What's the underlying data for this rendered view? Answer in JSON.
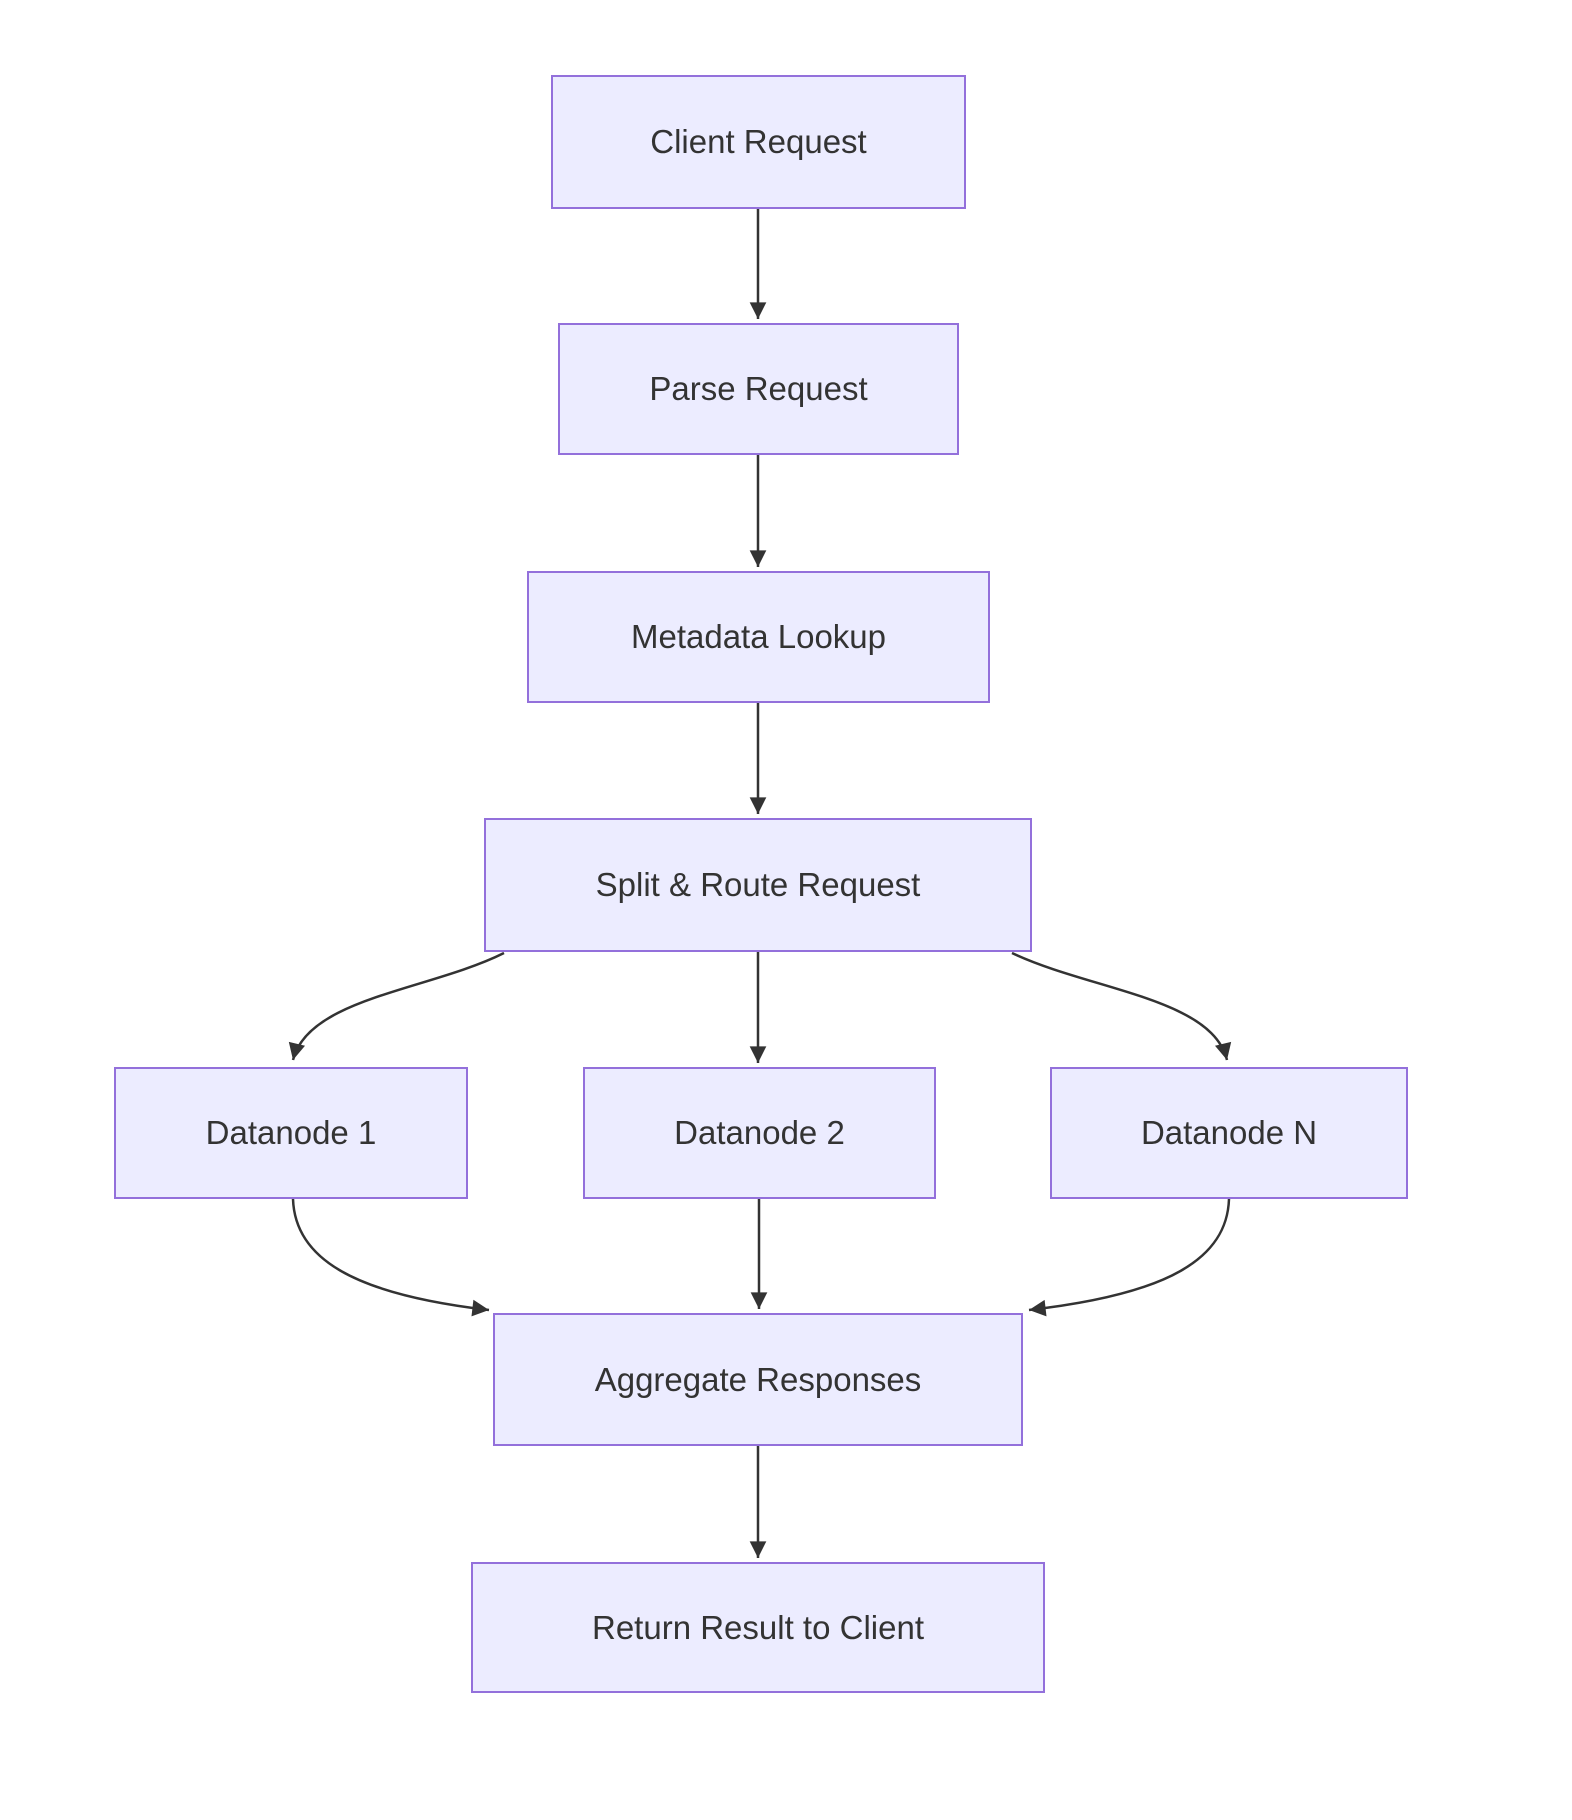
{
  "diagram": {
    "type": "flowchart",
    "direction": "top-down",
    "background_color": "#ffffff",
    "node_fill_color": "#ECECFF",
    "node_border_color": "#9370DB",
    "edge_color": "#333333",
    "text_color": "#333333",
    "nodes": [
      {
        "id": "client",
        "label": "Client Request"
      },
      {
        "id": "parse",
        "label": "Parse Request"
      },
      {
        "id": "metadata",
        "label": "Metadata Lookup"
      },
      {
        "id": "split",
        "label": "Split & Route Request"
      },
      {
        "id": "datanode1",
        "label": "Datanode 1"
      },
      {
        "id": "datanode2",
        "label": "Datanode 2"
      },
      {
        "id": "datanodeN",
        "label": "Datanode N"
      },
      {
        "id": "aggregate",
        "label": "Aggregate Responses"
      },
      {
        "id": "return",
        "label": "Return Result to Client"
      }
    ],
    "edges": [
      {
        "from": "Client Request",
        "to": "Parse Request"
      },
      {
        "from": "Parse Request",
        "to": "Metadata Lookup"
      },
      {
        "from": "Metadata Lookup",
        "to": "Split & Route Request"
      },
      {
        "from": "Split & Route Request",
        "to": "Datanode 1"
      },
      {
        "from": "Split & Route Request",
        "to": "Datanode 2"
      },
      {
        "from": "Split & Route Request",
        "to": "Datanode N"
      },
      {
        "from": "Datanode 1",
        "to": "Aggregate Responses"
      },
      {
        "from": "Datanode 2",
        "to": "Aggregate Responses"
      },
      {
        "from": "Datanode N",
        "to": "Aggregate Responses"
      },
      {
        "from": "Aggregate Responses",
        "to": "Return Result to Client"
      }
    ]
  }
}
